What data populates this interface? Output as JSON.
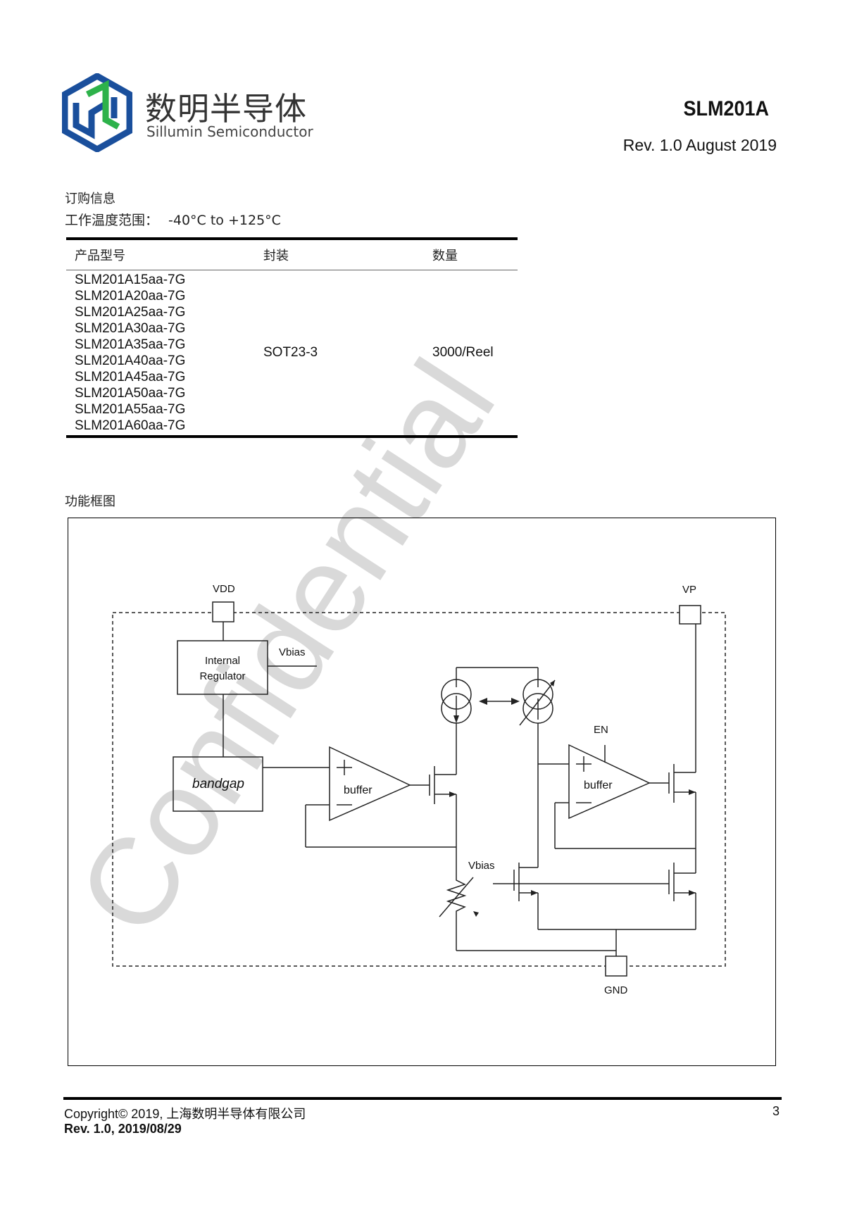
{
  "header": {
    "company_cn": "数明半导体",
    "company_en": "Sillumin Semiconductor",
    "part_number": "SLM201A",
    "revision_date": "Rev. 1.0 August 2019"
  },
  "ordering": {
    "heading": "订购信息",
    "temp_label": "工作温度范围：",
    "temp_value": "-40°C to +125°C",
    "columns": [
      "产品型号",
      "封装",
      "数量"
    ],
    "models": [
      "SLM201A15aa-7G",
      "SLM201A20aa-7G",
      "SLM201A25aa-7G",
      "SLM201A30aa-7G",
      "SLM201A35aa-7G",
      "SLM201A40aa-7G",
      "SLM201A45aa-7G",
      "SLM201A50aa-7G",
      "SLM201A55aa-7G",
      "SLM201A60aa-7G"
    ],
    "package": "SOT23-3",
    "quantity": "3000/Reel"
  },
  "block_diagram": {
    "heading": "功能框图",
    "labels": {
      "vdd": "VDD",
      "vp": "VP",
      "gnd": "GND",
      "en": "EN",
      "vbias_top": "Vbias",
      "vbias_bottom": "Vbias",
      "regulator_line1": "Internal",
      "regulator_line2": "Regulator",
      "bandgap": "bandgap",
      "buffer_left": "buffer",
      "buffer_right": "buffer"
    }
  },
  "watermark": {
    "text": "Confidential",
    "color": "#d9d9d9"
  },
  "logo_colors": {
    "blue": "#1a4f9c",
    "green": "#2db24a"
  },
  "footer": {
    "copyright_prefix": "Copyright© 2019, ",
    "copyright_cn": "上海数明半导体有限公司",
    "revision": "Rev. 1.0, 2019/08/29",
    "page": "3"
  }
}
